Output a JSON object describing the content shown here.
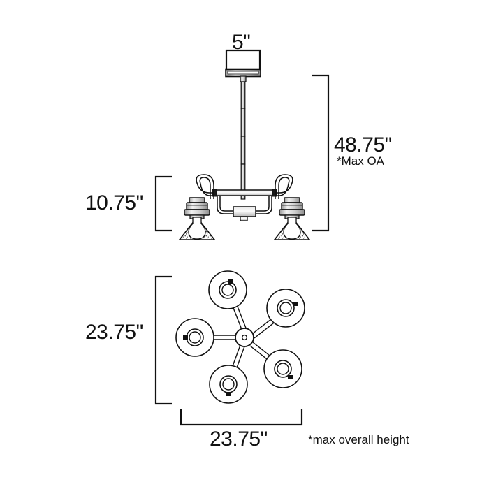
{
  "diagram": {
    "type": "technical-dimension-drawing",
    "subject": "5-light chandelier with cone seeded-glass shades",
    "line_color": "#111111",
    "background_color": "#ffffff"
  },
  "dimensions": {
    "canopy_width": {
      "value": "5\"",
      "position": "top",
      "view": "elevation"
    },
    "overall_height": {
      "value": "48.75\"",
      "qualifier": "*Max OA",
      "position": "right",
      "view": "elevation"
    },
    "fixture_body_height": {
      "value": "10.75\"",
      "position": "left",
      "view": "elevation"
    },
    "plan_height": {
      "value": "23.75\"",
      "position": "left",
      "view": "plan"
    },
    "plan_width": {
      "value": "23.75\"",
      "position": "bottom",
      "view": "plan"
    }
  },
  "notes": {
    "footnote": "*max overall height"
  },
  "views": {
    "elevation": {
      "label": "elevation-view",
      "parts": [
        "canopy",
        "stem",
        "center-body",
        "arms",
        "sockets",
        "cone-shades",
        "bulbs"
      ]
    },
    "plan": {
      "label": "plan-view",
      "arm_count": 5,
      "parts": [
        "center-hub",
        "arms",
        "shade-circles",
        "socket-rings"
      ]
    }
  }
}
